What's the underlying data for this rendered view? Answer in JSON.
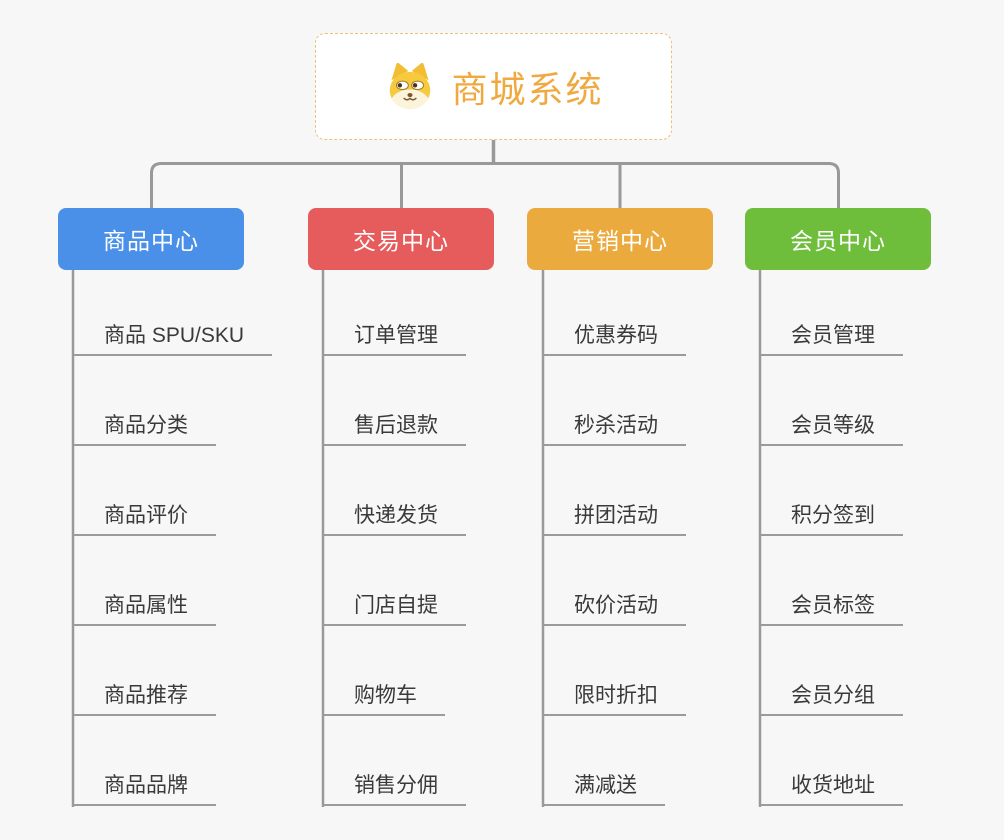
{
  "root": {
    "title": "商城系统",
    "icon": "doge-icon"
  },
  "branches": [
    {
      "label": "商品中心",
      "color": "#4a90e8",
      "items": [
        "商品 SPU/SKU",
        "商品分类",
        "商品评价",
        "商品属性",
        "商品推荐",
        "商品品牌"
      ]
    },
    {
      "label": "交易中心",
      "color": "#e65c5c",
      "items": [
        "订单管理",
        "售后退款",
        "快递发货",
        "门店自提",
        "购物车",
        "销售分佣"
      ]
    },
    {
      "label": "营销中心",
      "color": "#ebaa3e",
      "items": [
        "优惠券码",
        "秒杀活动",
        "拼团活动",
        "砍价活动",
        "限时折扣",
        "满减送"
      ]
    },
    {
      "label": "会员中心",
      "color": "#6ebe3c",
      "items": [
        "会员管理",
        "会员等级",
        "积分签到",
        "会员标签",
        "会员分组",
        "收货地址"
      ]
    }
  ],
  "colors": {
    "background": "#f7f7f7",
    "connector_line": "#999999",
    "root_accent": "#f0a940",
    "root_border": "#eac17a",
    "leaf_text": "#3a3a3a"
  }
}
